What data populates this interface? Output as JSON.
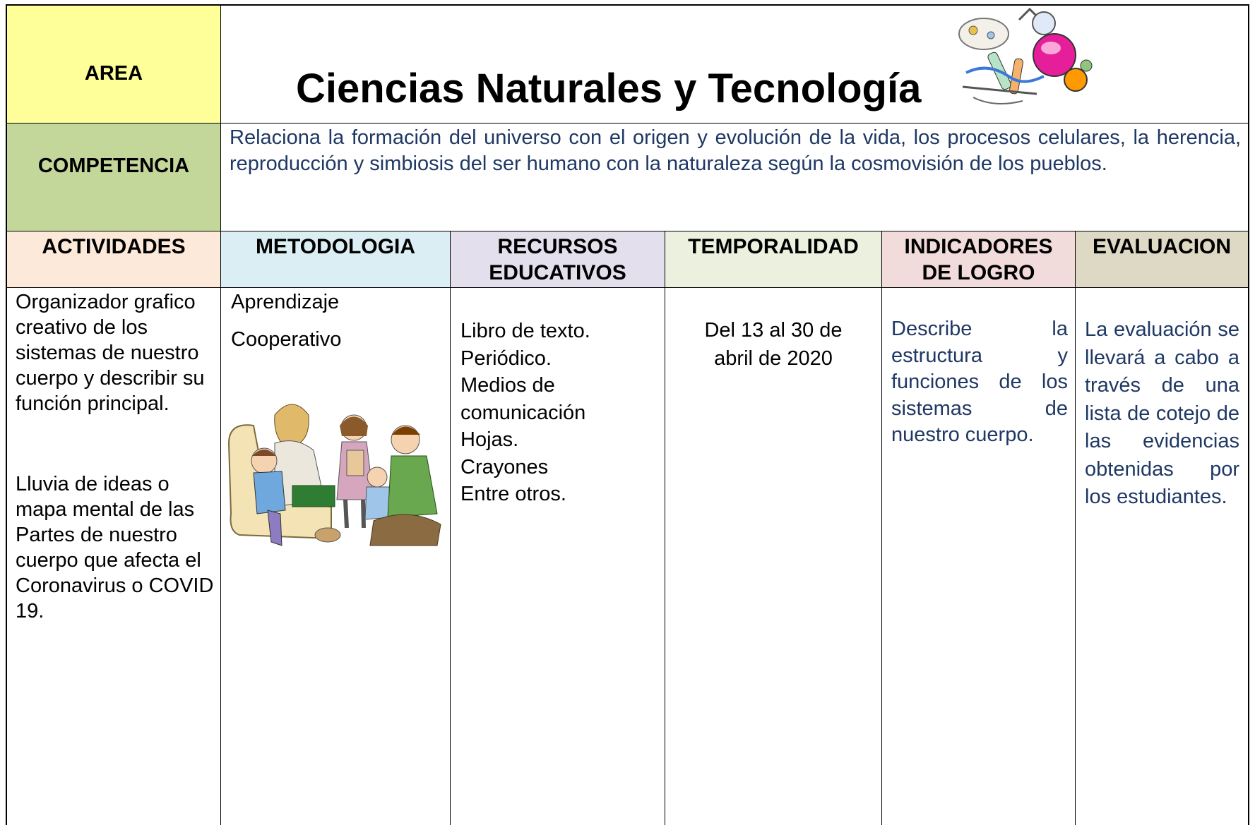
{
  "header": {
    "area_label": "AREA",
    "title": "Ciencias Naturales y Tecnología",
    "competencia_label": "COMPETENCIA",
    "competencia_text": "Relaciona la formación del universo con el  origen y evolución de la vida,  los  procesos celulares, la herencia, reproducción y simbiosis del ser humano con la naturaleza según la cosmovisión de los pueblos."
  },
  "columns": [
    {
      "key": "actividades",
      "label": "ACTIVIDADES"
    },
    {
      "key": "metodologia",
      "label": "METODOLOGIA"
    },
    {
      "key": "recursos",
      "label": "RECURSOS EDUCATIVOS"
    },
    {
      "key": "temporalidad",
      "label": "TEMPORALIDAD"
    },
    {
      "key": "indicadores",
      "label": "INDICADORES DE LOGRO"
    },
    {
      "key": "evaluacion",
      "label": "EVALUACION"
    }
  ],
  "row": {
    "actividades": {
      "item1": "Organizador grafico creativo de los sistemas de nuestro cuerpo y describir su función principal.",
      "item2": "Lluvia de ideas o mapa mental de las Partes de nuestro cuerpo que afecta el Coronavirus o COVID 19."
    },
    "metodologia": {
      "line1": "Aprendizaje",
      "line2": "Cooperativo",
      "image": "family-reading-illustration"
    },
    "recursos": [
      "Libro de texto.",
      "Periódico.",
      "Medios de comunicación",
      "Hojas.",
      "Crayones",
      "Entre otros."
    ],
    "temporalidad": "Del 13 al 30 de abril de 2020",
    "indicadores": "Describe la estructura y funciones de los sistemas de nuestro cuerpo.",
    "evaluacion": "La evaluación se llevará a cabo a través de una lista de cotejo de las evidencias obtenidas por los estudiantes."
  },
  "colors": {
    "area_bg": "#ffff99",
    "competencia_bg": "#c4d79b",
    "actividades_bg": "#fde9d9",
    "metodologia_bg": "#daeef3",
    "recursos_bg": "#e4dfec",
    "temporalidad_bg": "#ebf1de",
    "indicadores_bg": "#f2dcdb",
    "evaluacion_bg": "#ddd9c4",
    "navy_text": "#1f3864"
  },
  "decor": {
    "title_image": "science-lab-flasks-illustration"
  }
}
